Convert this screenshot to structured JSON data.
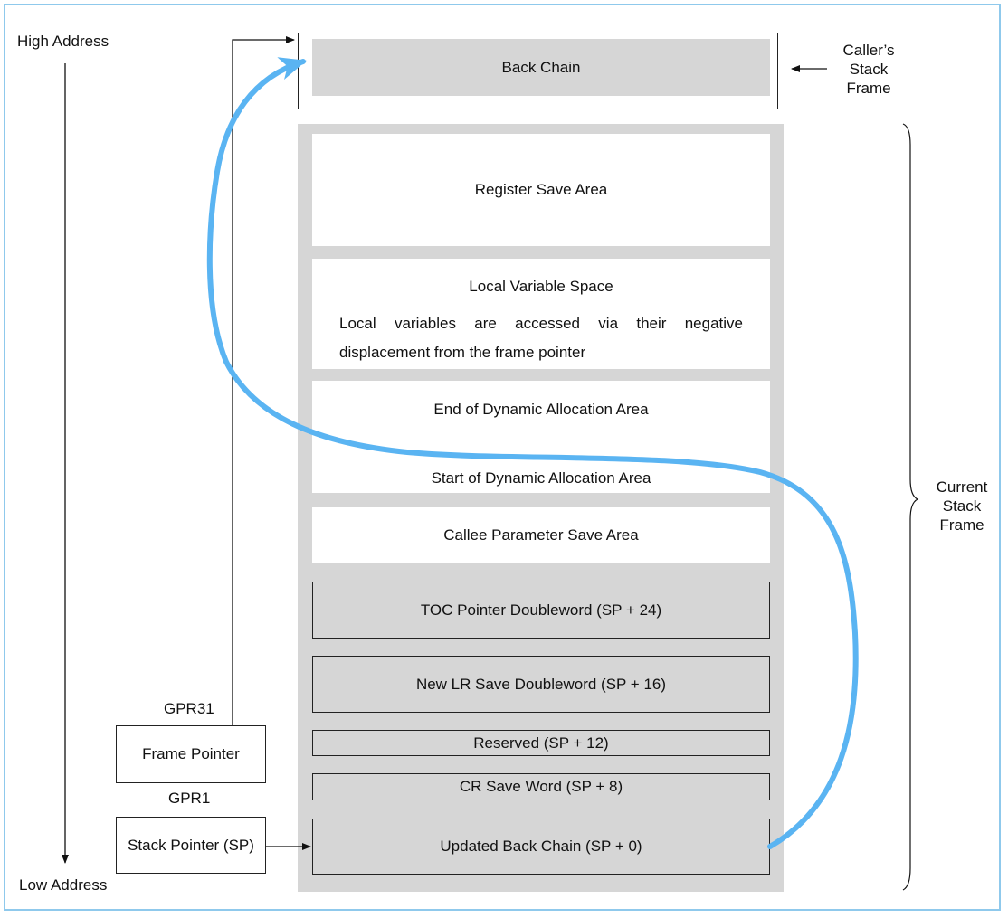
{
  "labels": {
    "high_address": "High Address",
    "low_address": "Low Address",
    "caller_frame": [
      "Caller’s",
      "Stack",
      "Frame"
    ],
    "current_frame": [
      "Current",
      "Stack",
      "Frame"
    ],
    "gpr31": "GPR31",
    "gpr1": "GPR1"
  },
  "registers": {
    "frame_pointer": "Frame Pointer",
    "stack_pointer": "Stack Pointer (SP)"
  },
  "stack": {
    "back_chain": "Back Chain",
    "register_save_area": "Register Save Area",
    "local_variable_space": "Local Variable Space",
    "local_variable_note": "Local variables are accessed via their negative displacement from the frame pointer",
    "end_dynamic_allocation": "End of Dynamic Allocation Area",
    "start_dynamic_allocation": "Start of Dynamic Allocation Area",
    "callee_parameter_save": "Callee Parameter Save Area",
    "toc_pointer": "TOC Pointer Doubleword (SP + 24)",
    "new_lr_save": "New LR Save Doubleword (SP + 16)",
    "reserved": "Reserved (SP + 12)",
    "cr_save": "CR Save Word (SP + 8)",
    "updated_back_chain": "Updated Back Chain (SP + 0)"
  },
  "colors": {
    "border": "#8fc9ec",
    "frame_gray": "#d6d6d6",
    "curve": "#5ab4f2"
  }
}
